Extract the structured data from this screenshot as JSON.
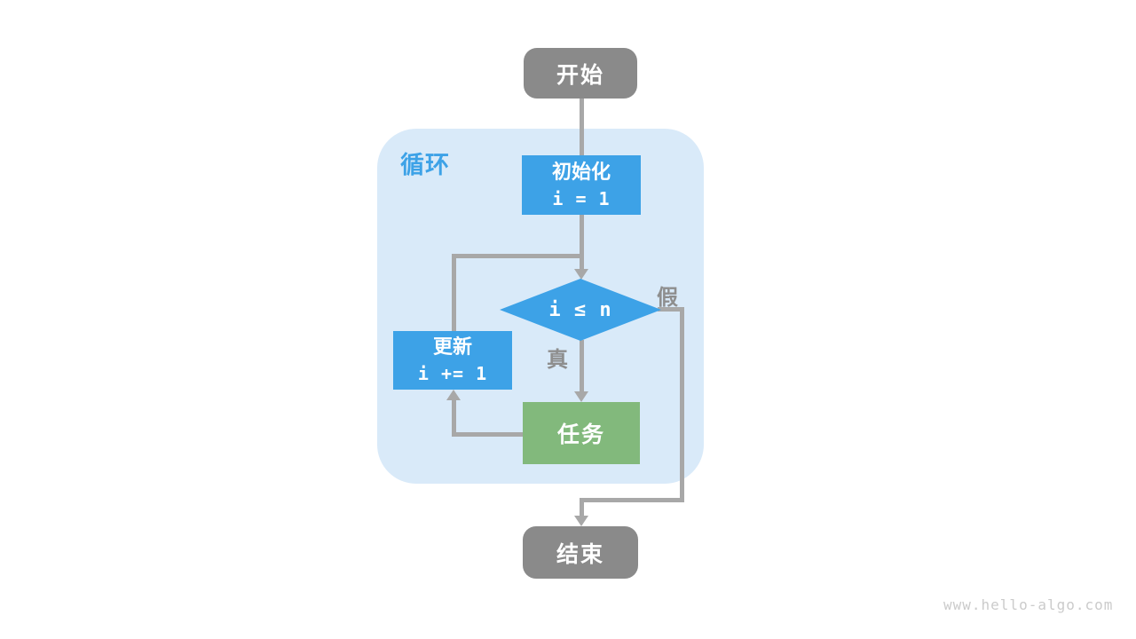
{
  "flow": {
    "container_label": "循环",
    "nodes": {
      "start": {
        "label": "开始"
      },
      "init": {
        "title": "初始化",
        "code": "i = 1"
      },
      "condition": {
        "code": "i ≤ n"
      },
      "update": {
        "title": "更新",
        "code": "i += 1"
      },
      "task": {
        "label": "任务"
      },
      "end": {
        "label": "结束"
      }
    },
    "edge_labels": {
      "true_branch": "真",
      "false_branch": "假"
    },
    "colors": {
      "node_blue": "#3da2e7",
      "node_green": "#82b97c",
      "node_gray": "#8a8a8a",
      "container_light_blue": "#d9eaf9",
      "line_gray": "#a8a8a8",
      "edge_label_gray": "#8e8e8e",
      "loop_label_blue": "#3da2e7",
      "watermark_gray": "#cbcbcb"
    },
    "watermark": "www.hello-algo.com"
  }
}
